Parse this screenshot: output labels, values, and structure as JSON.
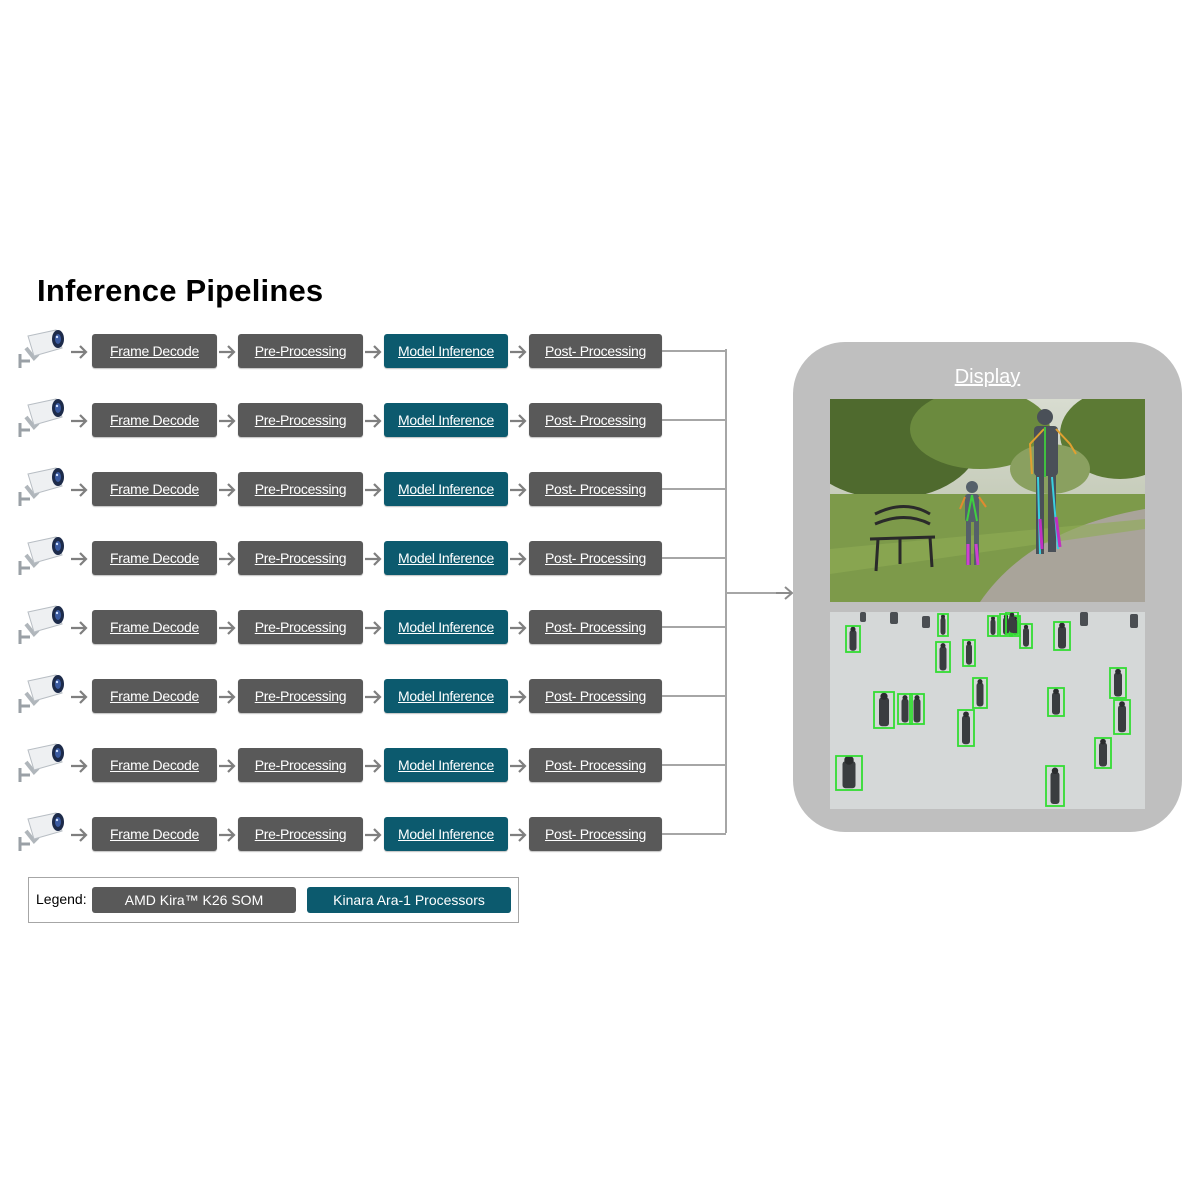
{
  "title": "Inference Pipelines",
  "pipeline": {
    "row_count": 8,
    "stages": [
      {
        "label": "Frame Decode",
        "processor": "gray"
      },
      {
        "label": "Pre-Processing",
        "processor": "gray"
      },
      {
        "label": "Model Inference",
        "processor": "teal"
      },
      {
        "label": "Post- Processing",
        "processor": "gray"
      }
    ]
  },
  "display": {
    "label": "Display"
  },
  "legend": {
    "title": "Legend:",
    "items": [
      {
        "label": "AMD Kira™ K26 SOM",
        "color": "#595959"
      },
      {
        "label": "Kinara Ara-1 Processors",
        "color": "#0c5a6e"
      }
    ]
  },
  "colors": {
    "gray": "#595959",
    "teal": "#0c5a6e",
    "connector": "#a6a6a6",
    "display_bg": "#bfbfbf",
    "detection_box": "#33dd33"
  },
  "icons": [
    "security-camera-icon",
    "arrow-right-icon"
  ]
}
